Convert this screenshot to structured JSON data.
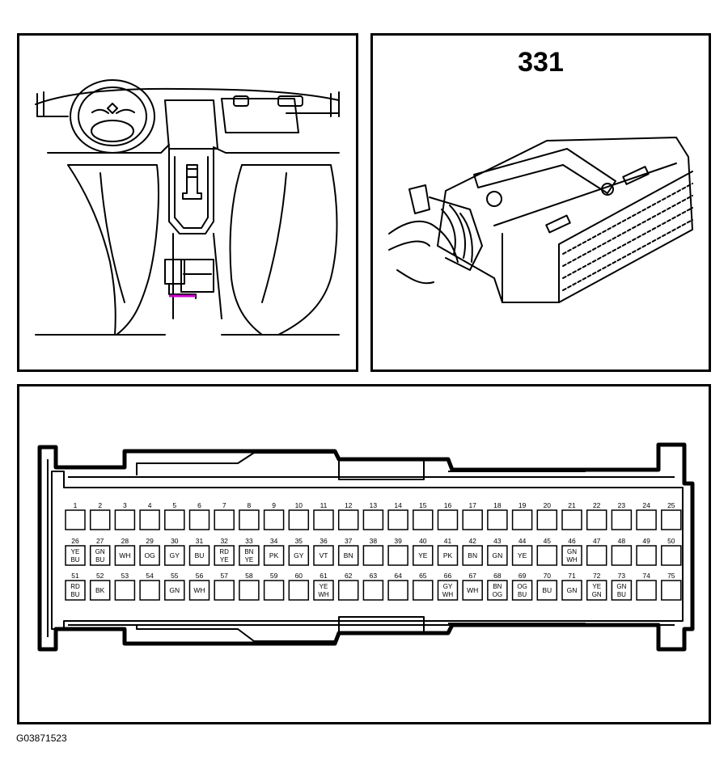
{
  "connector_id": "331",
  "figure_code": "G03871523",
  "colors": {
    "line": "#000000",
    "highlight": "#cc00cc",
    "background": "#ffffff"
  },
  "pins": [
    {
      "n": "1",
      "c": []
    },
    {
      "n": "2",
      "c": []
    },
    {
      "n": "3",
      "c": []
    },
    {
      "n": "4",
      "c": []
    },
    {
      "n": "5",
      "c": []
    },
    {
      "n": "6",
      "c": []
    },
    {
      "n": "7",
      "c": []
    },
    {
      "n": "8",
      "c": []
    },
    {
      "n": "9",
      "c": []
    },
    {
      "n": "10",
      "c": []
    },
    {
      "n": "11",
      "c": []
    },
    {
      "n": "12",
      "c": []
    },
    {
      "n": "13",
      "c": []
    },
    {
      "n": "14",
      "c": []
    },
    {
      "n": "15",
      "c": []
    },
    {
      "n": "16",
      "c": []
    },
    {
      "n": "17",
      "c": []
    },
    {
      "n": "18",
      "c": []
    },
    {
      "n": "19",
      "c": []
    },
    {
      "n": "20",
      "c": []
    },
    {
      "n": "21",
      "c": []
    },
    {
      "n": "22",
      "c": []
    },
    {
      "n": "23",
      "c": []
    },
    {
      "n": "24",
      "c": []
    },
    {
      "n": "25",
      "c": []
    },
    {
      "n": "26",
      "c": [
        "YE",
        "BU"
      ]
    },
    {
      "n": "27",
      "c": [
        "GN",
        "BU"
      ]
    },
    {
      "n": "28",
      "c": [
        "WH"
      ]
    },
    {
      "n": "29",
      "c": [
        "OG"
      ]
    },
    {
      "n": "30",
      "c": [
        "GY"
      ]
    },
    {
      "n": "31",
      "c": [
        "BU"
      ]
    },
    {
      "n": "32",
      "c": [
        "RD",
        "YE"
      ]
    },
    {
      "n": "33",
      "c": [
        "BN",
        "YE"
      ]
    },
    {
      "n": "34",
      "c": [
        "PK"
      ]
    },
    {
      "n": "35",
      "c": [
        "GY"
      ]
    },
    {
      "n": "36",
      "c": [
        "VT"
      ]
    },
    {
      "n": "37",
      "c": [
        "BN"
      ]
    },
    {
      "n": "38",
      "c": []
    },
    {
      "n": "39",
      "c": []
    },
    {
      "n": "40",
      "c": [
        "YE"
      ]
    },
    {
      "n": "41",
      "c": [
        "PK"
      ]
    },
    {
      "n": "42",
      "c": [
        "BN"
      ]
    },
    {
      "n": "43",
      "c": [
        "GN"
      ]
    },
    {
      "n": "44",
      "c": [
        "YE"
      ]
    },
    {
      "n": "45",
      "c": []
    },
    {
      "n": "46",
      "c": [
        "GN",
        "WH"
      ]
    },
    {
      "n": "47",
      "c": []
    },
    {
      "n": "48",
      "c": []
    },
    {
      "n": "49",
      "c": []
    },
    {
      "n": "50",
      "c": []
    },
    {
      "n": "51",
      "c": [
        "RD",
        "BU"
      ]
    },
    {
      "n": "52",
      "c": [
        "BK"
      ]
    },
    {
      "n": "53",
      "c": []
    },
    {
      "n": "54",
      "c": []
    },
    {
      "n": "55",
      "c": [
        "GN"
      ]
    },
    {
      "n": "56",
      "c": [
        "WH"
      ]
    },
    {
      "n": "57",
      "c": []
    },
    {
      "n": "58",
      "c": []
    },
    {
      "n": "59",
      "c": []
    },
    {
      "n": "60",
      "c": []
    },
    {
      "n": "61",
      "c": [
        "YE",
        "WH"
      ]
    },
    {
      "n": "62",
      "c": []
    },
    {
      "n": "63",
      "c": []
    },
    {
      "n": "64",
      "c": []
    },
    {
      "n": "65",
      "c": []
    },
    {
      "n": "66",
      "c": [
        "GY",
        "WH"
      ]
    },
    {
      "n": "67",
      "c": [
        "WH"
      ]
    },
    {
      "n": "68",
      "c": [
        "BN",
        "OG"
      ]
    },
    {
      "n": "69",
      "c": [
        "OG",
        "BU"
      ]
    },
    {
      "n": "70",
      "c": [
        "BU"
      ]
    },
    {
      "n": "71",
      "c": [
        "GN"
      ]
    },
    {
      "n": "72",
      "c": [
        "YE",
        "GN"
      ]
    },
    {
      "n": "73",
      "c": [
        "GN",
        "BU"
      ]
    },
    {
      "n": "74",
      "c": []
    },
    {
      "n": "75",
      "c": []
    }
  ]
}
